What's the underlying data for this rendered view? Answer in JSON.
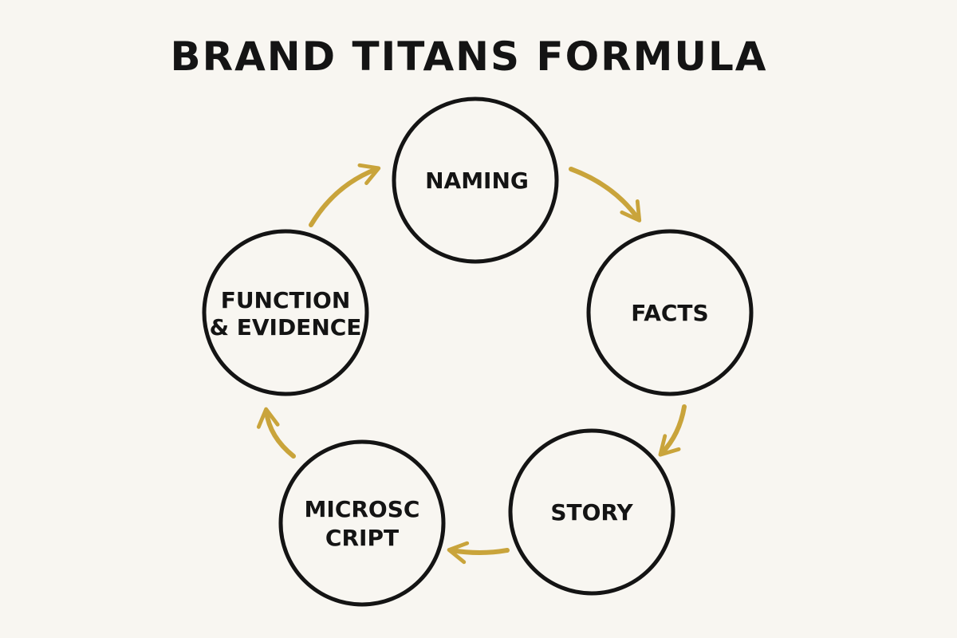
{
  "title": "BRAND TITANS FORMULA",
  "colors": {
    "background": "#f8f6f1",
    "ink": "#141414",
    "arrow": "#c9a43b"
  },
  "nodes": [
    {
      "id": "naming",
      "lines": [
        "NAMING"
      ]
    },
    {
      "id": "facts",
      "lines": [
        "FACTS"
      ]
    },
    {
      "id": "story",
      "lines": [
        "STORY"
      ]
    },
    {
      "id": "microscript",
      "lines": [
        "MICROSC",
        "CRIPT"
      ]
    },
    {
      "id": "function-evidence",
      "lines": [
        "FUNCTION",
        "& EVIDENCE"
      ]
    }
  ],
  "edges": [
    {
      "from": "naming",
      "to": "facts"
    },
    {
      "from": "facts",
      "to": "story"
    },
    {
      "from": "story",
      "to": "microscript"
    },
    {
      "from": "microscript",
      "to": "function-evidence"
    },
    {
      "from": "function-evidence",
      "to": "naming"
    }
  ]
}
